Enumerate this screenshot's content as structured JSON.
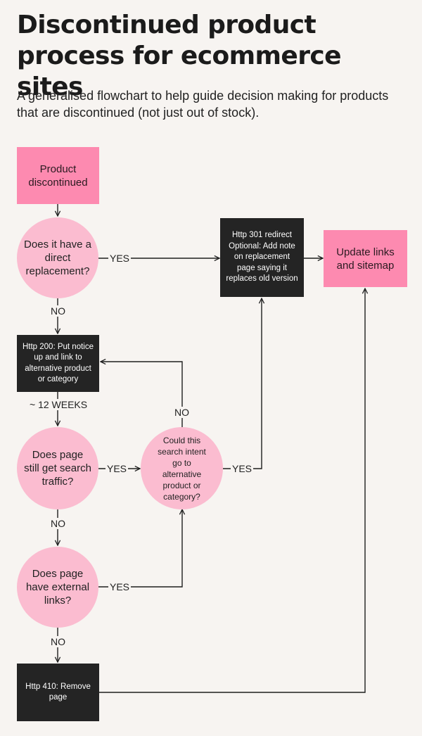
{
  "header": {
    "title": "Discontinued product process for ecommerce sites",
    "subtitle": "A generalised flowchart to help guide decision making for products that are discontinued (not just out of stock)."
  },
  "nodes": {
    "product_discontinued": "Product discontinued",
    "direct_replacement": "Does it have a direct replacement?",
    "http_301": "Http 301 redirect Optional: Add note on replacement page saying it replaces old version",
    "update_links": "Update links and sitemap",
    "http_200": "Http 200: Put notice up and link to alternative product or category",
    "search_traffic": "Does page still get search traffic?",
    "search_intent": "Could this search intent go to alternative product or category?",
    "external_links": "Does page have external links?",
    "http_410": "Http 410: Remove page"
  },
  "edge_labels": {
    "yes": "YES",
    "no": "NO",
    "weeks": "~ 12 WEEKS"
  },
  "colors": {
    "pink_box": "#fd8ab0",
    "pink_circle": "#fbbcd0",
    "dark_box": "#242424",
    "background": "#f7f4f1"
  }
}
